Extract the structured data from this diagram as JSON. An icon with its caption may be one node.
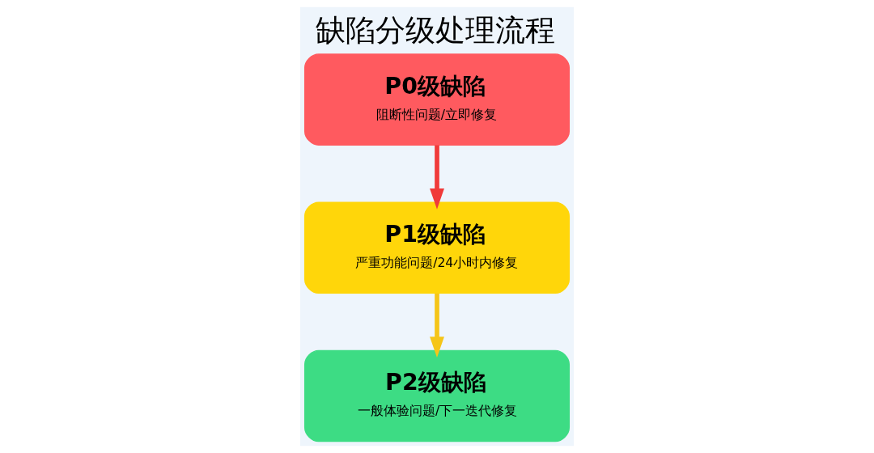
{
  "diagram": {
    "title": "缺陷分级处理流程",
    "nodes": [
      {
        "text": [
          "P0级缺陷",
          "阻断性问题/立即修复"
        ]
      },
      {
        "text": [
          "P1级缺陷",
          "严重功能问题/24小时内修复"
        ]
      },
      {
        "text": [
          "P2级缺陷",
          "一般体验问题/下一迭代修复"
        ]
      }
    ],
    "edges": [
      {
        "from": 0,
        "to": 1,
        "arrow": "to",
        "color": "#f03a3a"
      },
      {
        "from": 1,
        "to": 2,
        "arrow": "to",
        "color": "#f5c518"
      }
    ]
  }
}
